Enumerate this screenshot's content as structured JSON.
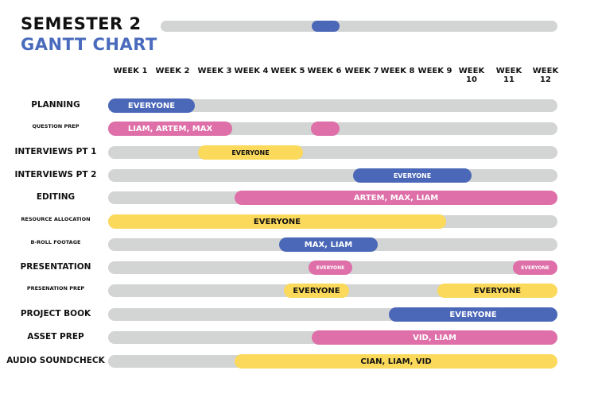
{
  "chart_data": {
    "type": "gantt",
    "title": "SEMESTER 2",
    "subtitle": "GANTT CHART",
    "progress": {
      "current_week_start": 6,
      "current_week_end": 6.75,
      "total_weeks": 12
    },
    "weeks": [
      "WEEK 1",
      "WEEK 2",
      "WEEK 3",
      "WEEK 4",
      "WEEK 5",
      "WEEK 6",
      "WEEK 7",
      "WEEK 8",
      "WEEK 9",
      "WEEK 10",
      "WEEK 11",
      "WEEK 12"
    ],
    "tasks": [
      {
        "name": "PLANNING",
        "bars": [
          {
            "label": "EVERYONE",
            "color": "#4a67b8"
          }
        ]
      },
      {
        "name": "QUESTION PREP",
        "bars": [
          {
            "label": "LIAM, ARTEM, MAX",
            "color": "#de6fa8"
          },
          {
            "label": "",
            "color": "#de6fa8"
          }
        ]
      },
      {
        "name": "INTERVIEWS PT 1",
        "bars": [
          {
            "label": "EVERYONE",
            "color": "#fbd95a"
          }
        ]
      },
      {
        "name": "INTERVIEWS PT 2",
        "bars": [
          {
            "label": "EVERYONE",
            "color": "#4a67b8"
          }
        ]
      },
      {
        "name": "EDITING",
        "bars": [
          {
            "label": "ARTEM, MAX, LIAM",
            "color": "#de6fa8"
          }
        ]
      },
      {
        "name": "RESOURCE ALLOCATION",
        "bars": [
          {
            "label": "EVERYONE",
            "color": "#fbd95a"
          }
        ]
      },
      {
        "name": "B-ROLL FOOTAGE",
        "bars": [
          {
            "label": "MAX, LIAM",
            "color": "#4a67b8"
          }
        ]
      },
      {
        "name": "PRESENTATION",
        "bars": [
          {
            "label": "EVERYONE",
            "color": "#de6fa8"
          },
          {
            "label": "EVERYONE",
            "color": "#de6fa8"
          }
        ]
      },
      {
        "name": "PRESENATION PREP",
        "bars": [
          {
            "label": "EVERYONE",
            "color": "#fbd95a"
          },
          {
            "label": "EVERYONE",
            "color": "#fbd95a"
          }
        ]
      },
      {
        "name": "PROJECT BOOK",
        "bars": [
          {
            "label": "EVERYONE",
            "color": "#4a67b8"
          }
        ]
      },
      {
        "name": "ASSET PREP",
        "bars": [
          {
            "label": "VID, LIAM",
            "color": "#de6fa8"
          }
        ]
      },
      {
        "name": "AUDIO SOUNDCHECK",
        "bars": [
          {
            "label": "CIAN, LIAM, VID",
            "color": "#fbd95a"
          }
        ]
      }
    ]
  }
}
